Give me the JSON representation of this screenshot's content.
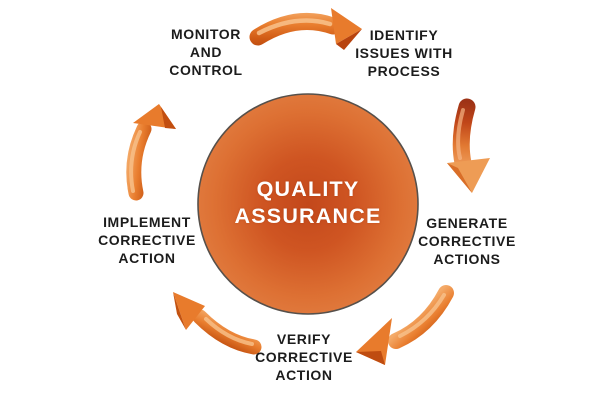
{
  "diagram": {
    "type": "cycle",
    "center": {
      "title": "QUALITY\nASSURANCE"
    },
    "steps": [
      {
        "id": "monitor-and-control",
        "label": "MONITOR\nAND\nCONTROL"
      },
      {
        "id": "identify-issues",
        "label": "IDENTIFY\nISSUES WITH\nPROCESS"
      },
      {
        "id": "generate-corrective",
        "label": "GENERATE\nCORRECTIVE\nACTIONS"
      },
      {
        "id": "verify-corrective",
        "label": "VERIFY\nCORRECTIVE\nACTION"
      },
      {
        "id": "implement-corrective",
        "label": "IMPLEMENT\nCORRECTIVE\nACTION"
      }
    ],
    "arrows": [
      {
        "name": "arrow-monitor-to-identify",
        "direction": "clockwise-right"
      },
      {
        "name": "arrow-identify-to-generate",
        "direction": "clockwise-down"
      },
      {
        "name": "arrow-generate-to-verify",
        "direction": "clockwise-down-left"
      },
      {
        "name": "arrow-verify-to-implement",
        "direction": "clockwise-up-left"
      },
      {
        "name": "arrow-implement-to-monitor",
        "direction": "clockwise-up"
      }
    ],
    "colors": {
      "background": "#ffffff",
      "circle_center": "#c3481b",
      "circle_edge": "#e27e42",
      "circle_border": "#56504b",
      "arrow_main": "#e87b2e",
      "arrow_highlight": "#f8c28c",
      "arrow_shadow": "#bf4f12",
      "arrow_dark_red": "#9e3316",
      "label_text": "#1c1c1c",
      "title_text": "#ffffff"
    }
  }
}
